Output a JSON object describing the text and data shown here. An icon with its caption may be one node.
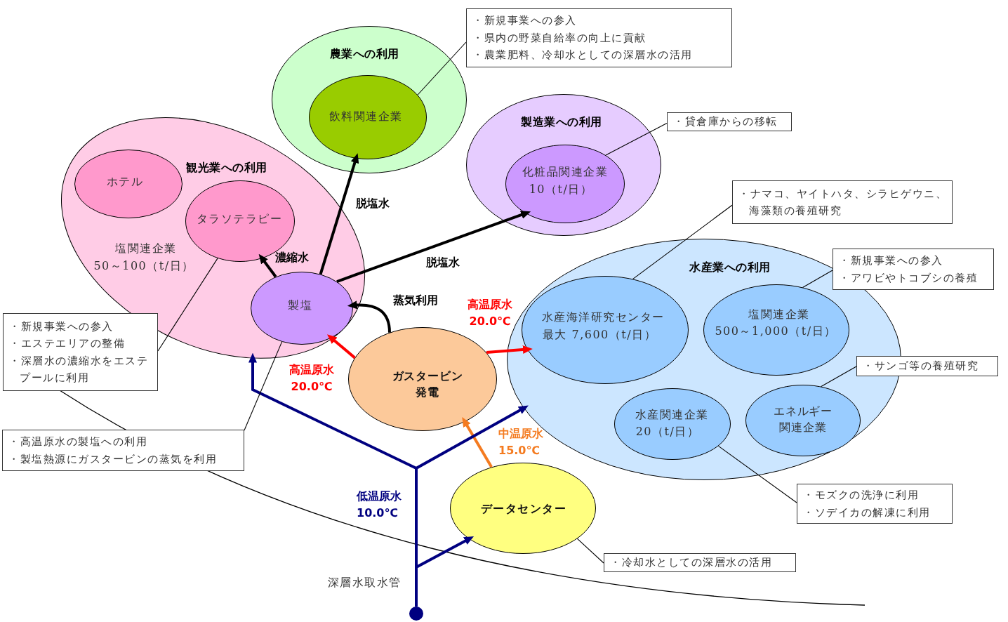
{
  "diagram": {
    "nodes": [
      {
        "text": [
          "農業への利用"
        ]
      },
      {
        "text": [
          "飲料関連企業"
        ],
        "in": 0
      },
      {
        "text": [
          "・新規事業への参入",
          "・県内の野菜自給率の向上に貢献",
          "・農業肥料、冷却水としての深層水の活用"
        ]
      },
      {
        "text": [
          "製造業への利用"
        ]
      },
      {
        "text": [
          "化粧品関連企業",
          "10（t/日）"
        ],
        "in": 3
      },
      {
        "text": [
          "・貸倉庫からの移転"
        ]
      },
      {
        "text": [
          "観光業への利用",
          "塩関連企業",
          "50～100（t/日）"
        ]
      },
      {
        "text": [
          "ホテル"
        ],
        "in": 6
      },
      {
        "text": [
          "タラソテラピー"
        ],
        "in": 6
      },
      {
        "text": [
          "製塩"
        ],
        "in": 6
      },
      {
        "text": [
          "・新規事業への参入",
          "・エステエリアの整備",
          "・深層水の濃縮水をエステプールに利用"
        ]
      },
      {
        "text": [
          "・高温原水の製塩への利用",
          "・製塩熱源にガスタービンの蒸気を利用"
        ]
      },
      {
        "text": [
          "ガスタービン発電"
        ]
      },
      {
        "text": [
          "水産業への利用"
        ]
      },
      {
        "text": [
          "水産海洋研究センター",
          "最大 7,600（t/日）"
        ],
        "in": 13
      },
      {
        "text": [
          "塩関連企業",
          "500～1,000（t/日）"
        ],
        "in": 13
      },
      {
        "text": [
          "水産関連企業",
          "20（t/日）"
        ],
        "in": 13
      },
      {
        "text": [
          "エネルギー関連企業"
        ],
        "in": 13
      },
      {
        "text": [
          "・ナマコ、ヤイトハタ、シラヒゲウニ、海藻類の養殖研究"
        ]
      },
      {
        "text": [
          "・新規事業への参入",
          "・アワビやトコブシの養殖"
        ]
      },
      {
        "text": [
          "・サンゴ等の養殖研究"
        ]
      },
      {
        "text": [
          "・モズクの洗浄に利用",
          "・ソデイカの解凍に利用"
        ]
      },
      {
        "text": [
          "データセンター"
        ]
      },
      {
        "text": [
          "・冷却水としての深層水の活用"
        ]
      },
      {
        "text": [],
        "shape": "circle"
      }
    ],
    "edges": [
      {
        "from": 9,
        "to": 1,
        "arrow": "to",
        "label": "脱塩水"
      },
      {
        "from": 9,
        "to": 4,
        "arrow": "to",
        "label": "脱塩水"
      },
      {
        "from": 9,
        "to": 8,
        "arrow": "to",
        "label": "濃縮水"
      },
      {
        "from": 12,
        "to": 9,
        "arrow": "to",
        "label": "蒸気利用"
      },
      {
        "from": 12,
        "to": 9,
        "arrow": "to",
        "label": "高温原水 20.0℃",
        "color": "#ff0000"
      },
      {
        "from": 12,
        "to": 14,
        "arrow": "to",
        "label": "高温原水 20.0℃",
        "color": "#ff0000"
      },
      {
        "from": 22,
        "to": 12,
        "arrow": "to",
        "label": "中温原水 15.0℃",
        "color": "#f47b20"
      },
      {
        "from": 24,
        "to": 6,
        "arrow": "to",
        "color": "#000080"
      },
      {
        "from": 24,
        "to": 13,
        "arrow": "to",
        "color": "#000080"
      },
      {
        "from": 24,
        "to": 22,
        "arrow": "to",
        "color": "#000080"
      },
      {
        "from": 2,
        "to": 1,
        "arrow": "none"
      },
      {
        "from": 5,
        "to": 4,
        "arrow": "none"
      },
      {
        "from": 10,
        "to": 8,
        "arrow": "none"
      },
      {
        "from": 11,
        "to": 9,
        "arrow": "none"
      },
      {
        "from": 18,
        "to": 14,
        "arrow": "none"
      },
      {
        "from": 19,
        "to": 15,
        "arrow": "none"
      },
      {
        "from": 20,
        "to": 17,
        "arrow": "none"
      },
      {
        "from": 21,
        "to": 16,
        "arrow": "none"
      },
      {
        "from": 23,
        "to": 22,
        "arrow": "none"
      }
    ],
    "labels": [
      "低温原水 10.0℃",
      "深層水取水管"
    ]
  }
}
